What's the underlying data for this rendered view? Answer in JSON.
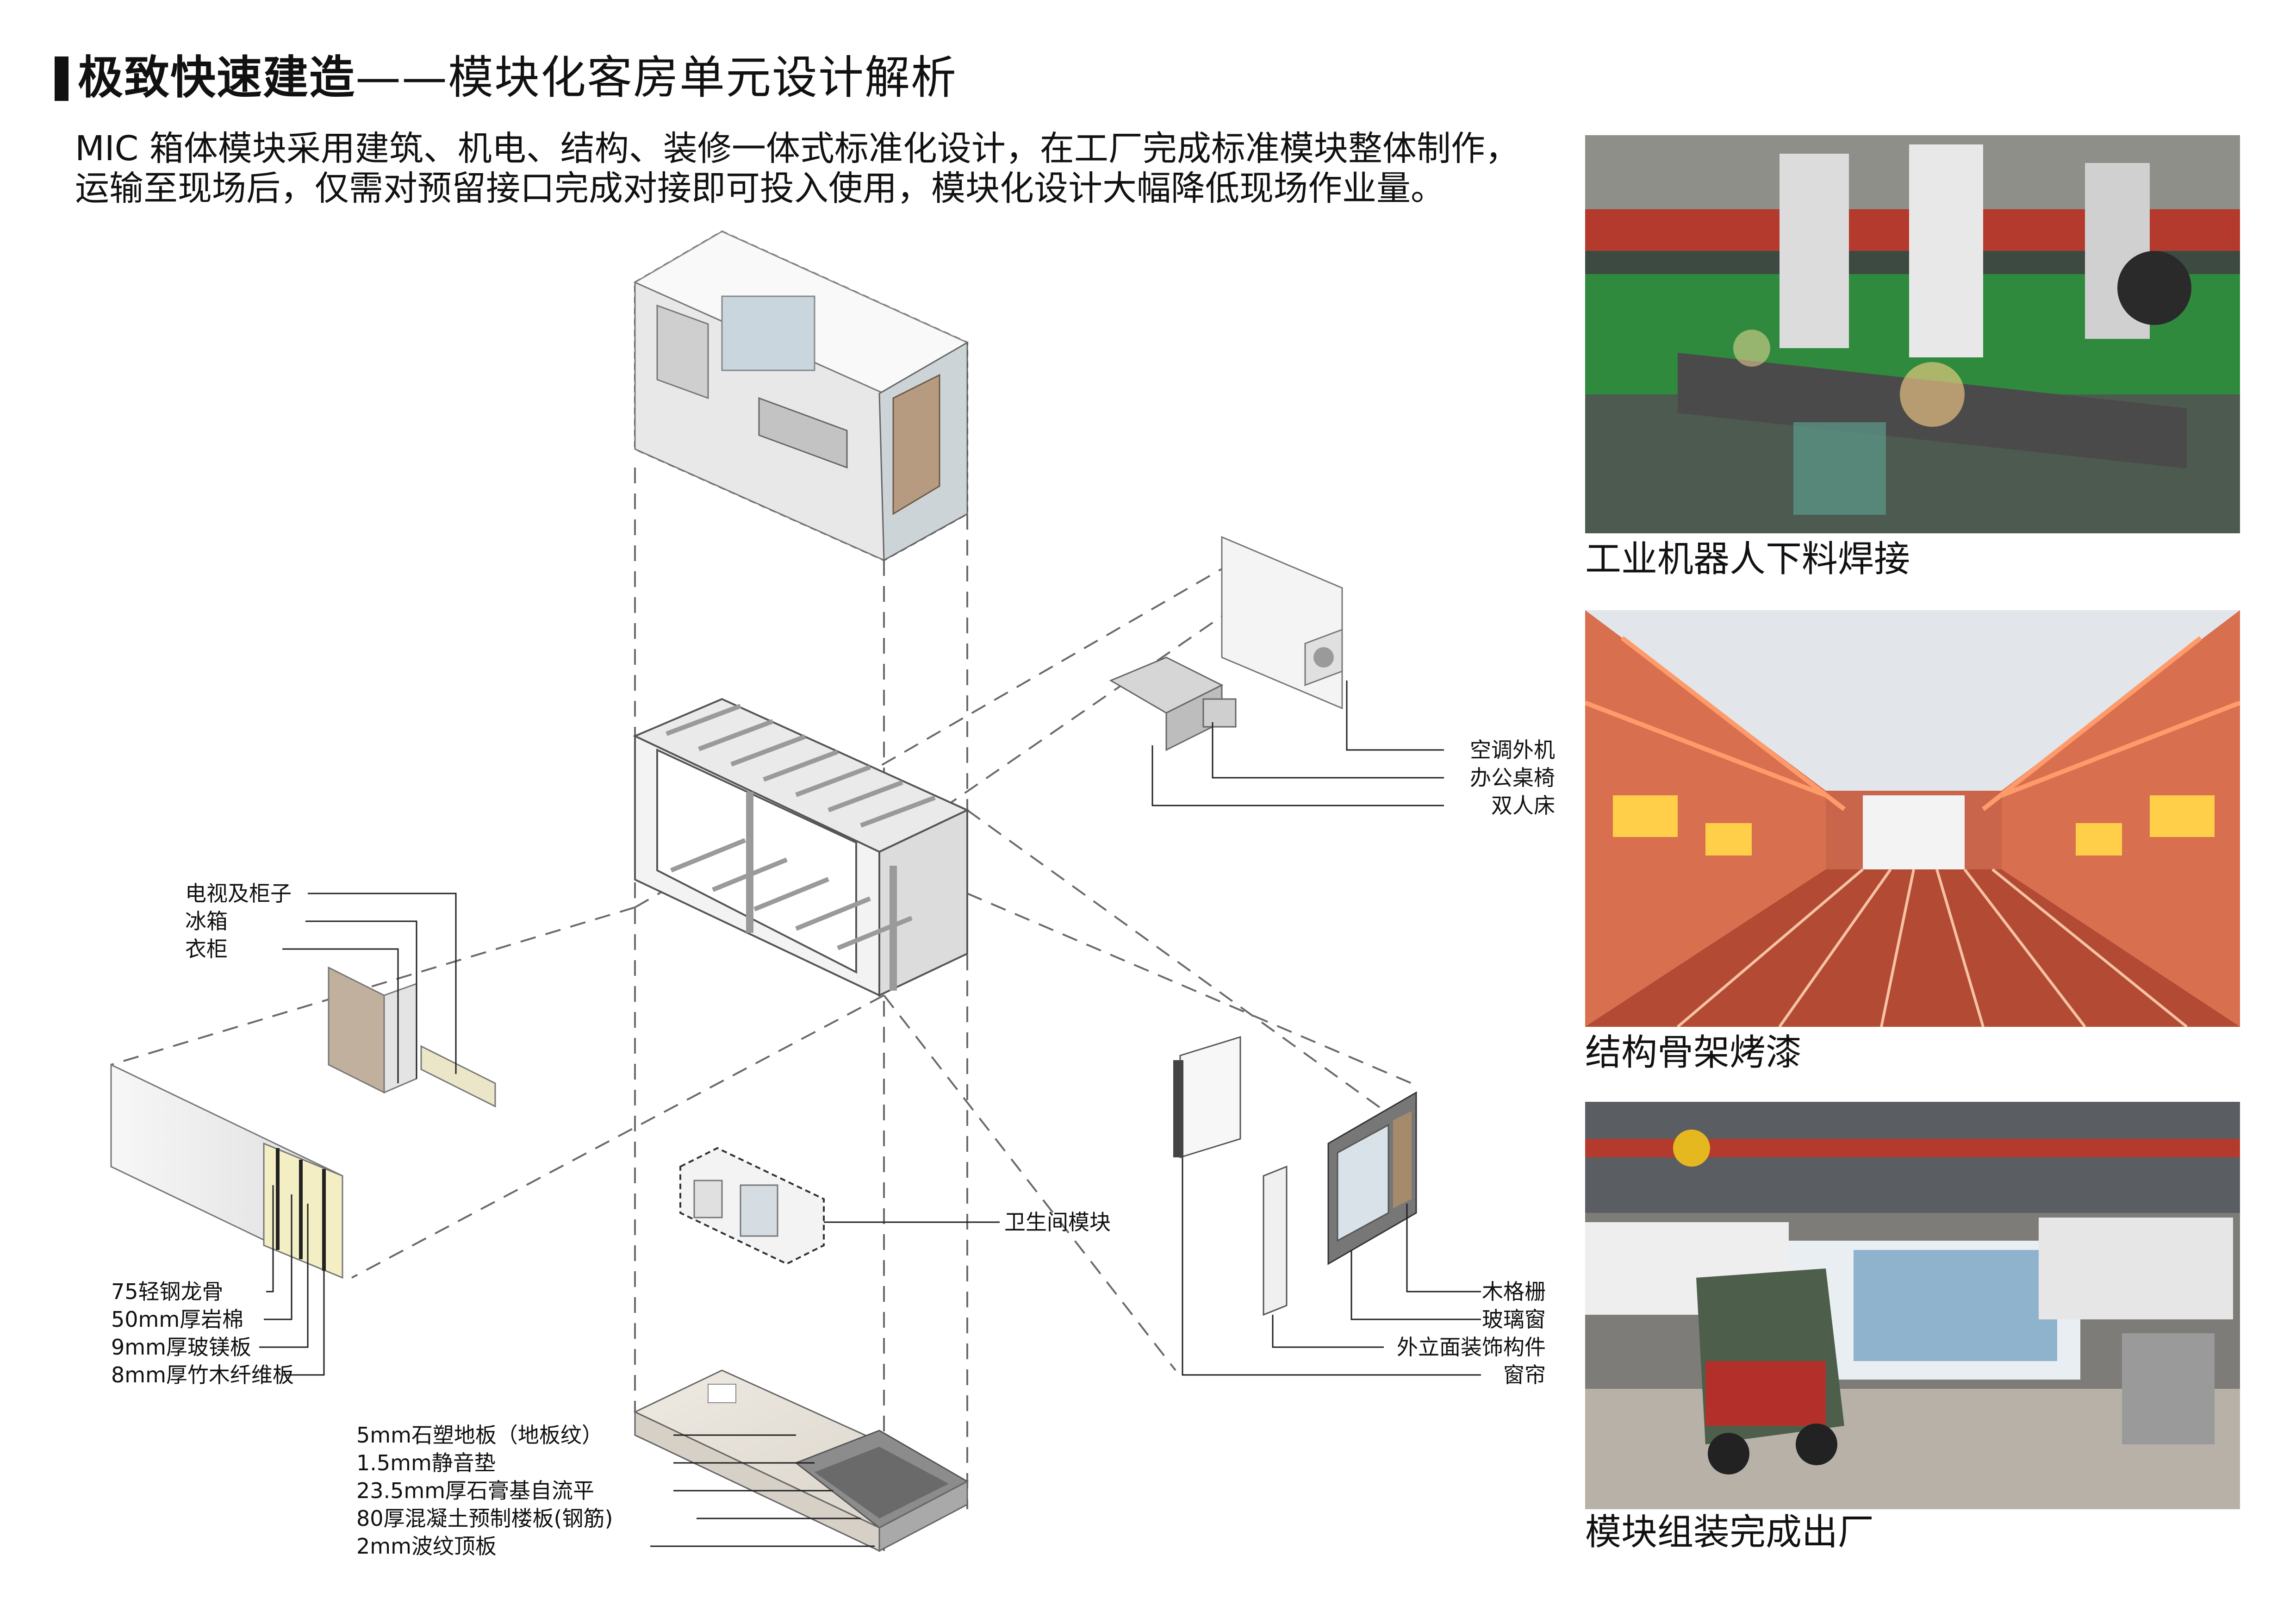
{
  "title": {
    "bold": "极致快速建造",
    "rest": "——模块化客房单元设计解析"
  },
  "description": {
    "line1": "MIC 箱体模块采用建筑、机电、结构、装修一体式标准化设计，在工厂完成标准模块整体制作，",
    "line2": "运输至现场后，仅需对预留接口完成对接即可投入使用，模块化设计大幅降低现场作业量。"
  },
  "photos": [
    {
      "caption": "工业机器人下料焊接",
      "scene": "robot-welding"
    },
    {
      "caption": "结构骨架烤漆",
      "scene": "paint-booth"
    },
    {
      "caption": "模块组装完成出厂",
      "scene": "module-truck"
    }
  ],
  "labels": {
    "furniture_right": [
      "空调外机",
      "办公桌椅",
      "双人床"
    ],
    "furniture_left": [
      "电视及柜子",
      "冰箱",
      "衣柜"
    ],
    "bathroom": "卫生间模块",
    "wall_layers": [
      "75轻钢龙骨",
      "50mm厚岩棉",
      "9mm厚玻镁板",
      "8mm厚竹木纤维板"
    ],
    "facade": [
      "木格栅",
      "玻璃窗",
      "外立面装饰构件",
      "窗帘"
    ],
    "floor_layers": [
      "5mm石塑地板（地板纹）",
      "1.5mm静音垫",
      "23.5mm厚石膏基自流平",
      "80厚混凝土预制楼板(钢筋)",
      "2mm波纹顶板"
    ]
  },
  "colors": {
    "line": "#555555",
    "frame": "#e6e6e6",
    "frame_dark": "#b5b5b5",
    "wood": "#a08770",
    "accent_green": "#2f8a3e",
    "paint_orange": "#ff7a4a"
  }
}
